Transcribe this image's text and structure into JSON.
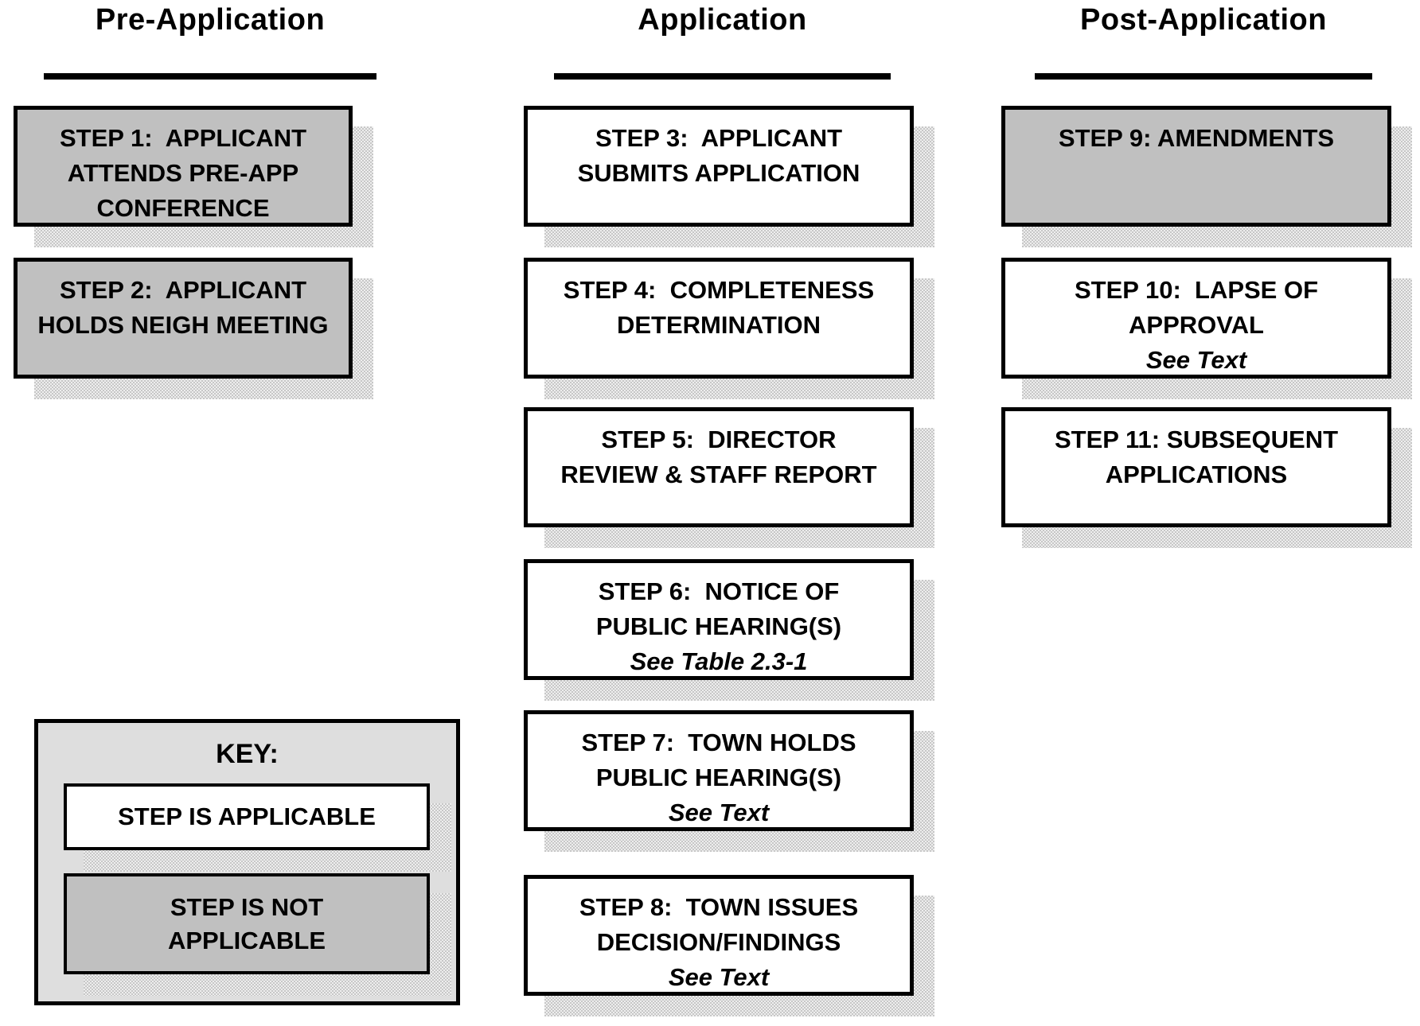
{
  "diagram": {
    "columns": [
      {
        "title": "Pre-Application",
        "steps": [
          {
            "name": "step-1",
            "applicable": false,
            "lines": [
              "STEP 1:  APPLICANT",
              "ATTENDS PRE-APP",
              "CONFERENCE"
            ]
          },
          {
            "name": "step-2",
            "applicable": false,
            "lines": [
              "STEP 2:  APPLICANT",
              "HOLDS NEIGH MEETING"
            ]
          }
        ]
      },
      {
        "title": "Application",
        "steps": [
          {
            "name": "step-3",
            "applicable": true,
            "lines": [
              "STEP 3:  APPLICANT",
              "SUBMITS APPLICATION"
            ]
          },
          {
            "name": "step-4",
            "applicable": true,
            "lines": [
              "STEP 4:  COMPLETENESS",
              "DETERMINATION"
            ]
          },
          {
            "name": "step-5",
            "applicable": true,
            "lines": [
              "STEP 5:  DIRECTOR",
              "REVIEW & STAFF REPORT"
            ]
          },
          {
            "name": "step-6",
            "applicable": true,
            "lines": [
              "STEP 6:  NOTICE OF",
              "PUBLIC HEARING(S)"
            ],
            "note": "See Table 2.3-1"
          },
          {
            "name": "step-7",
            "applicable": true,
            "lines": [
              "STEP 7:  TOWN HOLDS",
              "PUBLIC HEARING(S)"
            ],
            "note": "See Text"
          },
          {
            "name": "step-8",
            "applicable": true,
            "lines": [
              "STEP 8:  TOWN ISSUES",
              "DECISION/FINDINGS"
            ],
            "note": "See Text"
          }
        ]
      },
      {
        "title": "Post-Application",
        "steps": [
          {
            "name": "step-9",
            "applicable": false,
            "lines": [
              "STEP 9: AMENDMENTS"
            ]
          },
          {
            "name": "step-10",
            "applicable": true,
            "lines": [
              "STEP 10:  LAPSE OF",
              "APPROVAL"
            ],
            "note": "See Text"
          },
          {
            "name": "step-11",
            "applicable": true,
            "lines": [
              "STEP 11: SUBSEQUENT",
              "APPLICATIONS"
            ]
          }
        ]
      }
    ],
    "key": {
      "title": "KEY:",
      "applicable_label": "STEP IS APPLICABLE",
      "not_applicable_lines": [
        "STEP IS NOT",
        "APPLICABLE"
      ]
    },
    "colors": {
      "applicable_fill": "#ffffff",
      "not_applicable_fill": "#c0c0c0",
      "key_panel_fill": "#dedede",
      "border": "#000000",
      "shadow": "#d9d9d9"
    }
  }
}
